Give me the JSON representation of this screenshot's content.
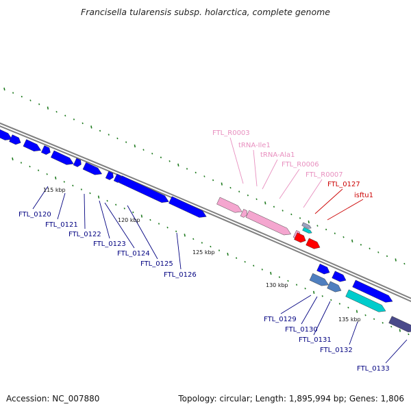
{
  "title": "Francisella tularensis subsp. holarctica, complete genome",
  "footer": {
    "accession": "Accession: NC_007880",
    "summary": "Topology: circular; Length: 1,895,994 bp; Genes: 1,806"
  },
  "colors": {
    "backbone": "#808080",
    "tick": "#1e7a1e",
    "cds": "#0000ff",
    "cds_steel": "#4f7fbf",
    "cds_cyan": "#00cccc",
    "cds_dark": "#4a4a8a",
    "rna": "#f4a6cf",
    "mobile": "#ff0000",
    "gene_label": "#000080",
    "rna_label": "#e88fbf",
    "mobile_label": "#cc0000"
  },
  "scale_labels": [
    "115 kbp",
    "120 kbp",
    "125 kbp",
    "130 kbp",
    "135 kbp"
  ],
  "features": [
    {
      "name": "FTL_0120",
      "type": "cds"
    },
    {
      "name": "FTL_0121",
      "type": "cds"
    },
    {
      "name": "FTL_0122",
      "type": "cds"
    },
    {
      "name": "FTL_0123",
      "type": "cds"
    },
    {
      "name": "FTL_0124",
      "type": "cds"
    },
    {
      "name": "FTL_0125",
      "type": "cds"
    },
    {
      "name": "FTL_0126",
      "type": "cds"
    },
    {
      "name": "FTL_R0003",
      "type": "rna"
    },
    {
      "name": "tRNA-Ile1",
      "type": "rna"
    },
    {
      "name": "tRNA-Ala1",
      "type": "rna"
    },
    {
      "name": "FTL_R0006",
      "type": "rna"
    },
    {
      "name": "FTL_R0007",
      "type": "rna"
    },
    {
      "name": "FTL_0127",
      "type": "mobile"
    },
    {
      "name": "isftu1",
      "type": "mobile"
    },
    {
      "name": "FTL_0129",
      "type": "cds"
    },
    {
      "name": "FTL_0130",
      "type": "cds"
    },
    {
      "name": "FTL_0131",
      "type": "cds"
    },
    {
      "name": "FTL_0132",
      "type": "cds"
    },
    {
      "name": "FTL_0133",
      "type": "cds"
    }
  ]
}
